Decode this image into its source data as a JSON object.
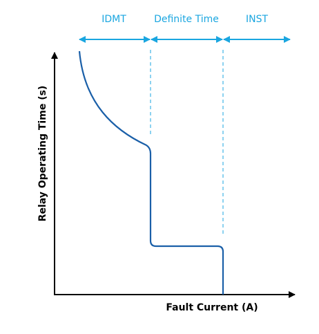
{
  "chart_data": {
    "type": "line",
    "title": "",
    "xlabel": "Fault Current (A)",
    "ylabel": "Relay Operating Time (s)",
    "regions": [
      {
        "label": "IDMT"
      },
      {
        "label": "Definite Time"
      },
      {
        "label": "INST"
      }
    ],
    "colors": {
      "curve": "#1a5fa8",
      "annotation": "#1aa6e0",
      "axis": "#000000"
    }
  }
}
